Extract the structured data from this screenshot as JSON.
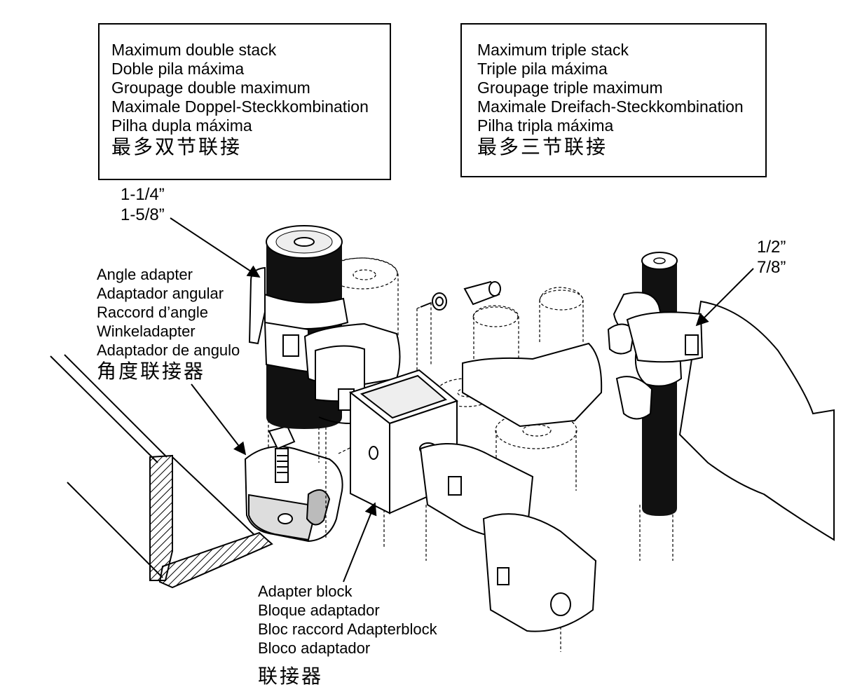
{
  "double_stack_box": {
    "lines": [
      "Maximum double stack",
      "Doble pila máxima",
      "Groupage double maximum",
      "Maximale Doppel-Steckkombination",
      "Pilha dupla máxima"
    ],
    "cjk": "最多双节联接"
  },
  "triple_stack_box": {
    "lines": [
      "Maximum triple stack",
      "Triple pila máxima",
      "Groupage triple maximum",
      "Maximale Dreifach-Steckkombination",
      "Pilha tripla máxima"
    ],
    "cjk": "最多三节联接"
  },
  "large_conduit_sizes": [
    "1-1/4”",
    "1-5/8”"
  ],
  "small_conduit_sizes": [
    "1/2”",
    "7/8”"
  ],
  "angle_adapter": {
    "lines": [
      "Angle adapter",
      "Adaptador angular",
      "Raccord d’angle",
      "Winkeladapter",
      "Adaptador de angulo"
    ],
    "cjk": "角度联接器"
  },
  "adapter_block": {
    "lines": [
      "Adapter block",
      "Bloque adaptador",
      "Bloc raccord Adapterblock",
      "Bloco adaptador"
    ],
    "cjk": "联接器"
  }
}
